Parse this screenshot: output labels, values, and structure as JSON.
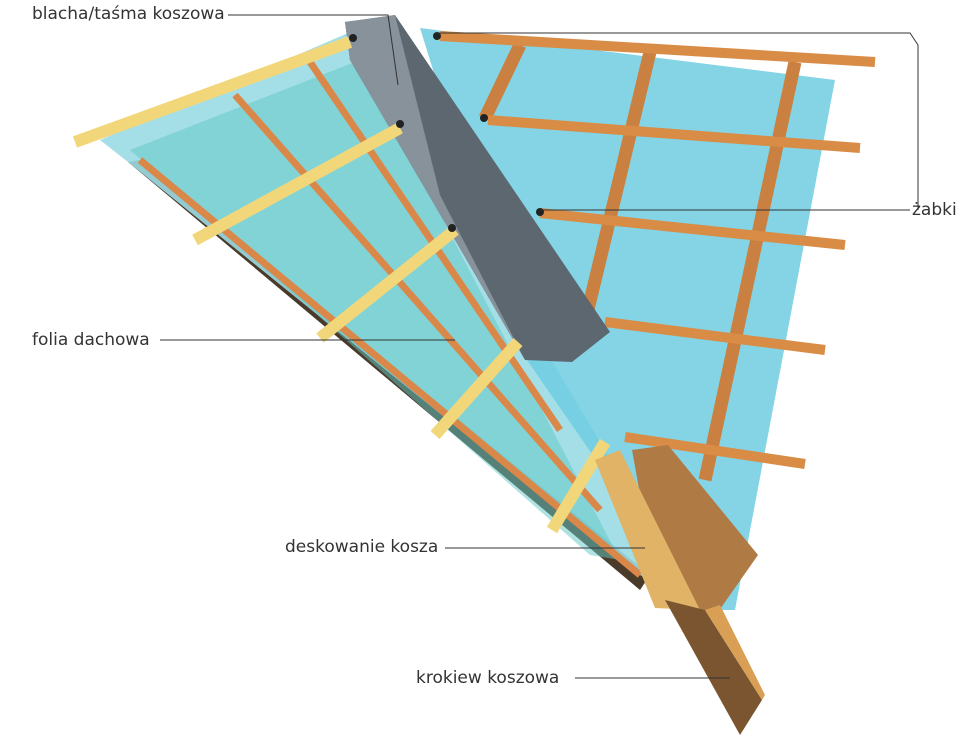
{
  "title": "Kosz dachowy - budowa",
  "labels": {
    "valley_metal": "blacha/taśma koszowa",
    "clips": "żabki",
    "membrane": "folia dachowa",
    "valley_boarding": "deskowanie kosza",
    "valley_rafter": "krokiew koszowa"
  },
  "colors": {
    "membrane": "#7fd3df",
    "metal": "#5c6770",
    "batten_wood": "#d98c45",
    "yellow_batten": "#f2d77a",
    "fascia": "#5a4530"
  }
}
